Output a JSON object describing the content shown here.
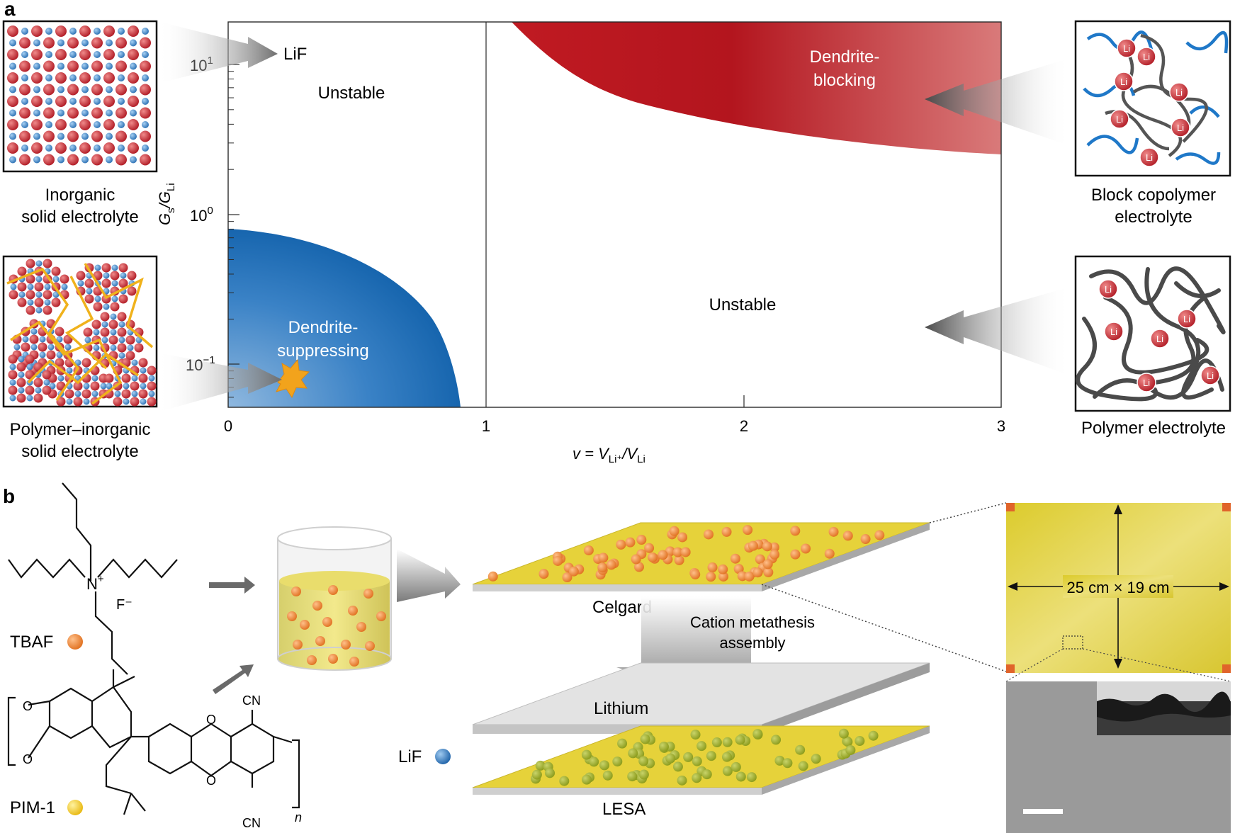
{
  "panel_a": {
    "letter": "a",
    "y_axis_label_main": "G",
    "y_axis_label_sub1": "s",
    "y_axis_label_mid": "/G",
    "y_axis_label_sub2": "Li",
    "x_axis_label": "v = V",
    "x_axis_label_sub1": "Li⁺",
    "x_axis_label_mid": "/V",
    "x_axis_label_sub2": "Li",
    "x_ticks": [
      "0",
      "1",
      "2",
      "3"
    ],
    "y_ticks": [
      {
        "base": "10",
        "exp": "1"
      },
      {
        "base": "10",
        "exp": "0"
      },
      {
        "base": "10",
        "exp": "−1"
      }
    ],
    "region_unstable_left": "Unstable",
    "region_unstable_right": "Unstable",
    "region_blocking": [
      "Dendrite-",
      "blocking"
    ],
    "region_suppressing": [
      "Dendrite-",
      "suppressing"
    ],
    "point_lif": "LiF",
    "inset_inorganic": [
      "Inorganic",
      "solid electrolyte"
    ],
    "inset_polymer_inorganic": [
      "Polymer–inorganic",
      "solid electrolyte"
    ],
    "inset_block": [
      "Block copolymer",
      "electrolyte"
    ],
    "inset_polymer": [
      "Polymer electrolyte"
    ],
    "li_label": "Li",
    "colors": {
      "blocking": "#b3151e",
      "suppressing": "#1565b0",
      "star": "#f2a31c",
      "ion_red": "#c0202c",
      "ion_blue": "#2f7fc1"
    }
  },
  "chart_data": {
    "type": "area",
    "xlabel": "v = VLi⁺/VLi",
    "ylabel": "Gs/GLi",
    "xlim": [
      0,
      3
    ],
    "y_scale": "log",
    "regions": [
      {
        "name": "Dendrite-suppressing",
        "x_range": [
          0,
          0.9
        ],
        "y_max": 0.8
      },
      {
        "name": "Dendrite-blocking",
        "x_range": [
          1.1,
          3
        ],
        "y_min_at_x3": 2.5
      },
      {
        "name": "Unstable",
        "location": "left-top"
      },
      {
        "name": "Unstable",
        "location": "right-middle"
      }
    ],
    "points": [
      {
        "label": "LiF",
        "y": 15
      }
    ]
  },
  "panel_b": {
    "letter": "b",
    "tbaf_label": "TBAF",
    "pim_label": "PIM-1",
    "n_plus": "N",
    "plus": "+",
    "f_minus": "F⁻",
    "o_atom": "O",
    "cn_group": "CN",
    "n_sub": "n",
    "celgard": "Celgard",
    "cation_label": [
      "Cation metathesis",
      "assembly"
    ],
    "lithium": "Lithium",
    "lesa": "LESA",
    "lif_legend": "LiF",
    "photo_dimension": "25 cm × 19 cm",
    "colors": {
      "tbaf_dot": "#e87d3e",
      "pim_dot": "#f1c232",
      "lif_dot": "#2f7fc1",
      "film": "#e6d23a"
    }
  }
}
